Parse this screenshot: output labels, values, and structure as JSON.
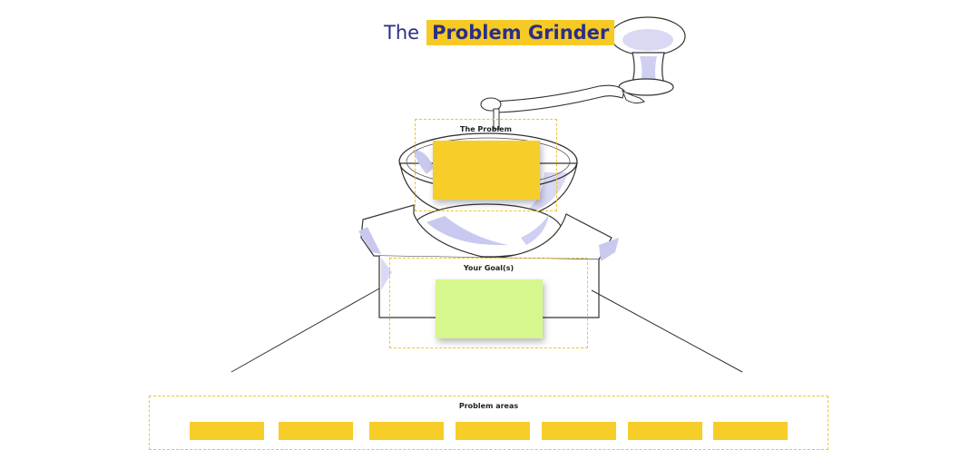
{
  "board": {
    "title_prefix": "The",
    "title_highlight": "Problem Grinder"
  },
  "frames": {
    "problem": {
      "label": "The Problem"
    },
    "goals": {
      "label": "Your Goal(s)"
    },
    "areas": {
      "label": "Problem areas"
    }
  },
  "colors": {
    "title_text": "#2b2f86",
    "title_highlight_bg": "#f7c924",
    "frame_border": "#f2c22c",
    "sticky_yellow": "#f7cd2a",
    "sticky_green": "#d6f78e",
    "grinder_shade": "#c9c9f0"
  }
}
